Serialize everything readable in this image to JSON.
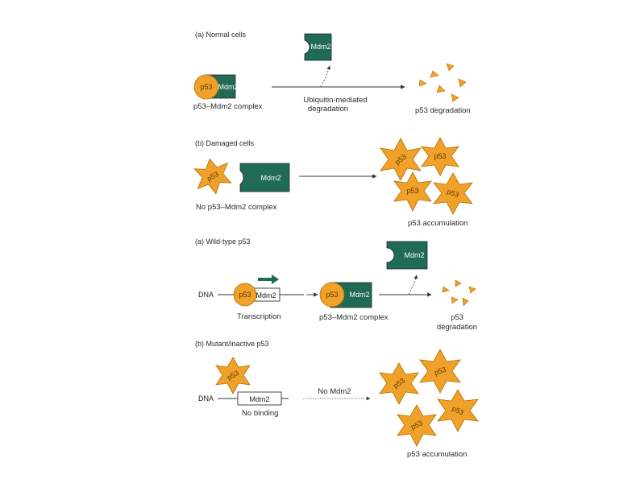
{
  "colors": {
    "mdm2": "#1f6b55",
    "p53": "#f0a12a",
    "p53_stroke": "#b56d00",
    "line": "#333333",
    "arrow_green": "#1f6b55"
  },
  "panel_a": {
    "header": "(a) Normal cells",
    "complex_label": "p53–Mdm2 complex",
    "p53": "p53",
    "mdm2": "Mdm2",
    "released_mdm2": "Mdm2",
    "process_line1": "Ubiquitin-mediated",
    "process_line2": "degradation",
    "result": "p53 degradation"
  },
  "panel_b": {
    "header": "(b) Damaged cells",
    "p53": "p53",
    "mdm2": "Mdm2",
    "no_complex": "No p53–Mdm2 complex",
    "stars": [
      "p53",
      "p53",
      "p53",
      "p53"
    ],
    "result": "p53 accumulation"
  },
  "panel_c": {
    "header": "(a) Wild-type p53",
    "dna": "DNA",
    "p53": "p53",
    "gene": "Mdm2",
    "transcription": "Transcription",
    "complex_p53": "p53",
    "complex_mdm2": "Mdm2",
    "complex_label": "p53–Mdm2 complex",
    "released_mdm2": "Mdm2",
    "result_line1": "p53",
    "result_line2": "degradation"
  },
  "panel_d": {
    "header": "(b) Mutant/inactive p53",
    "p53": "p53",
    "dna": "DNA",
    "gene": "Mdm2",
    "no_binding": "No binding",
    "no_mdm2": "No Mdm2",
    "stars": [
      "p53",
      "p53",
      "p53",
      "p53"
    ],
    "result": "p53 accumulation"
  }
}
